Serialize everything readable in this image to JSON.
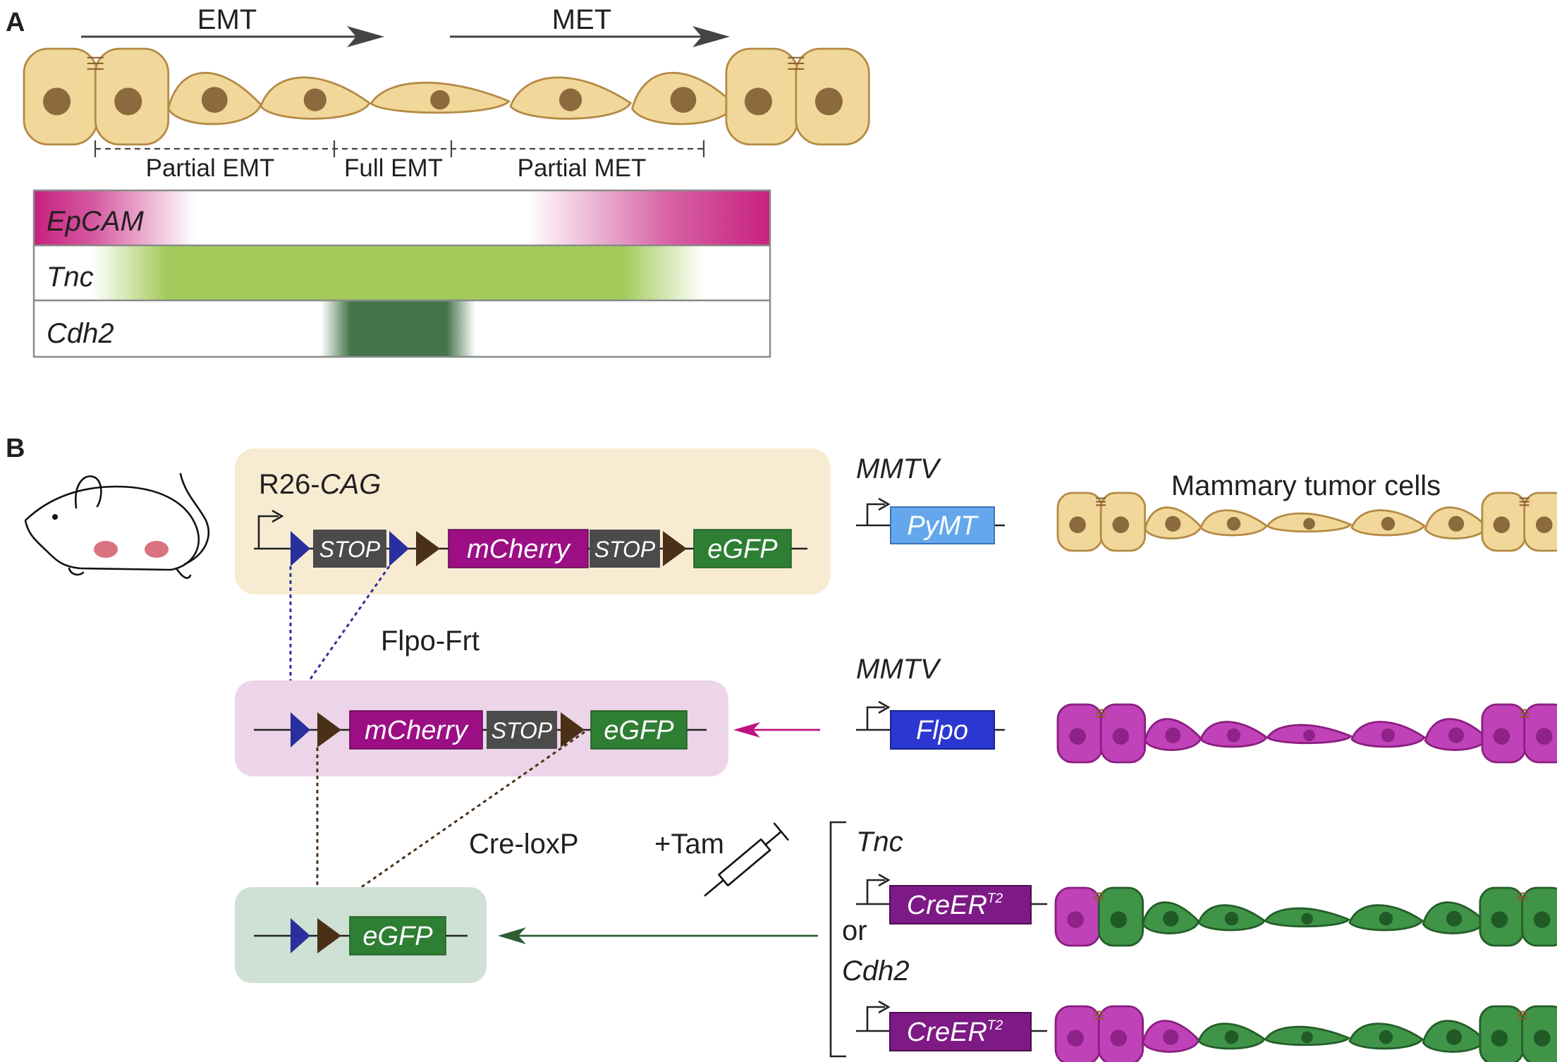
{
  "colors": {
    "cell_epithelial": "#f1d89a",
    "cell_epithelial_edge": "#b48a45",
    "nucleus_epithelial": "#8d6a3e",
    "cell_magenta": "#c042b8",
    "cell_magenta_edge": "#8a1f80",
    "nucleus_magenta": "#8e2288",
    "cell_green": "#3f9447",
    "cell_green_edge": "#245e2a",
    "nucleus_green": "#1f5a27",
    "epcam": "#c7217f",
    "tnc": "#a3cb5b",
    "cdh2": "#44744a",
    "stop_box": "#4b4b4b",
    "mcherry_box": "#9c0f84",
    "egfp_box": "#2e7e34",
    "pymt_box": "#64a7ec",
    "flpo_box": "#2b37d0",
    "creer_box": "#7d1a86",
    "frt_site": "#2a2f9e",
    "loxp_site": "#4b3018",
    "box_r26": "#f7ecd2",
    "box_flpo": "#ecd5e8",
    "box_cre": "#cfe0d5",
    "arrow_magenta": "#c0117f",
    "arrow_green": "#2e5e34"
  },
  "panel_a": {
    "label": "A",
    "arrow_emt": "EMT",
    "arrow_met": "MET",
    "stage_partial_emt": "Partial EMT",
    "stage_full_emt": "Full EMT",
    "stage_partial_met": "Partial MET",
    "marker_epcam": "EpCAM",
    "marker_tnc": "Tnc",
    "marker_cdh2": "Cdh2"
  },
  "panel_b": {
    "label": "B",
    "mouse_icon": "mouse-icon",
    "syringe_icon": "syringe-icon",
    "r26_prefix": "R26-",
    "r26_suffix": "CAG",
    "stop": "STOP",
    "mcherry": "mCherry",
    "egfp": "eGFP",
    "flpo_frt": "Flpo-Frt",
    "cre_loxp": "Cre-loxP",
    "tam": "+Tam",
    "mmtv_1": "MMTV",
    "pymt": "PyMT",
    "mmtv_2": "MMTV",
    "flpo": "Flpo",
    "tnc": "Tnc",
    "or": "or",
    "cdh2": "Cdh2",
    "creer_main": "CreER",
    "creer_sup": "T2",
    "tumor_cells": "Mammary tumor cells"
  }
}
